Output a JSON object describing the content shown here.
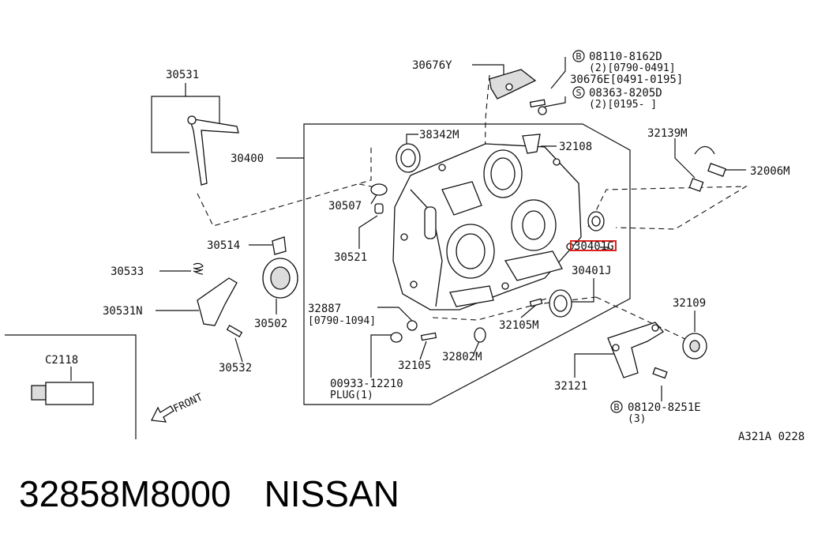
{
  "labels": {
    "p30531": "30531",
    "p30400": "30400",
    "p30676y": "30676Y",
    "p08110": "08110-8162D",
    "p08110_sub": "(2)[0790-0491]",
    "p30676e": "30676E[0491-0195]",
    "p08363": "08363-8205D",
    "p08363_sub": "(2)[0195-    ]",
    "p38342m": "38342M",
    "p32108": "32108",
    "p32139m": "32139M",
    "p32006m": "32006M",
    "p30507": "30507",
    "p30521": "30521",
    "p30514": "30514",
    "p30533": "30533",
    "p30502": "30502",
    "p30531n": "30531N",
    "p30532": "30532",
    "p30401g": "30401G",
    "p30401j": "30401J",
    "p32887": "32887",
    "p32887_sub": "[0790-1094]",
    "p32105m": "32105M",
    "p32109": "32109",
    "p00933": "00933-12210",
    "p00933_sub": "PLUG(1)",
    "p32105": "32105",
    "p32802m": "32802M",
    "p32121": "32121",
    "p08120": "08120-8251E",
    "p08120_sub": "(3)",
    "pc2118": "C2118",
    "front": "FRONT",
    "code": "A321A 0228",
    "circle_b": "B",
    "circle_s": "S"
  },
  "footer": {
    "part_number": "32858M8000",
    "brand": "NISSAN"
  },
  "colors": {
    "highlight": "#e0201e",
    "ink": "#111111"
  }
}
